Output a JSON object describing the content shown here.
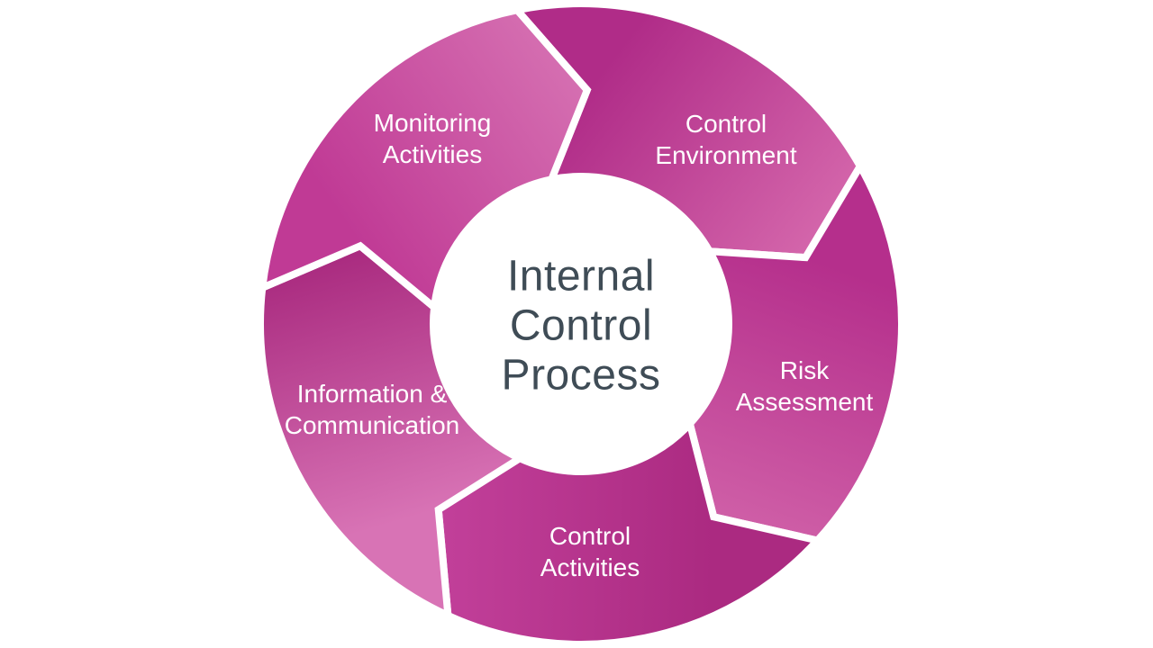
{
  "diagram": {
    "center_title": "Internal\nControl\nProcess",
    "center_text_color": "#3f4c56",
    "background_color": "#ffffff",
    "gap_color": "#ffffff",
    "label_text_color": "#ffffff",
    "segments": [
      {
        "id": "control-environment",
        "label": "Control\nEnvironment",
        "color_start": "#b02c88",
        "color_end": "#d466ab"
      },
      {
        "id": "risk-assessment",
        "label": "Risk\nAssessment",
        "color_start": "#b52f8c",
        "color_end": "#cf5fa7"
      },
      {
        "id": "control-activities",
        "label": "Control\nActivities",
        "color_start": "#ab2a81",
        "color_end": "#c2409a"
      },
      {
        "id": "information-communication",
        "label": "Information &\nCommunication",
        "color_start": "#d873b5",
        "color_end": "#a92a7f"
      },
      {
        "id": "monitoring-activities",
        "label": "Monitoring\nActivities",
        "color_start": "#c03a95",
        "color_end": "#d56fb1"
      }
    ]
  }
}
